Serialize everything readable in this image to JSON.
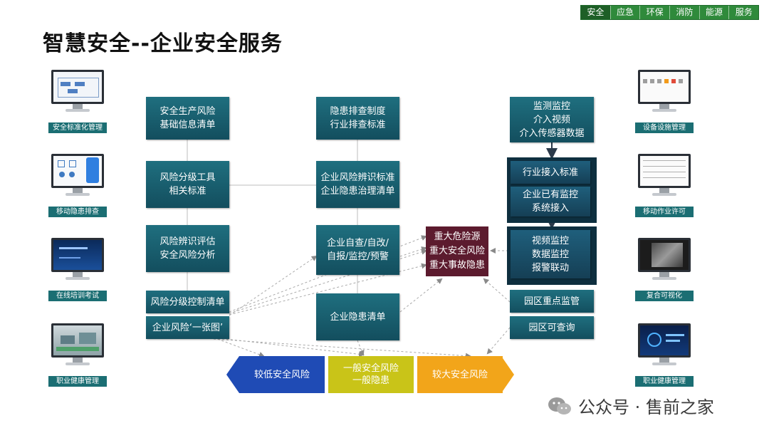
{
  "tabs": [
    "安全",
    "应急",
    "环保",
    "消防",
    "能源",
    "服务"
  ],
  "title": "智慧安全--企业安全服务",
  "left_monitors": [
    "安全标准化管理",
    "移动隐患排查",
    "在线培训考试",
    "职业健康管理"
  ],
  "right_monitors": [
    "设备设施管理",
    "移动作业许可",
    "复合可视化",
    "职业健康管理"
  ],
  "col1": [
    "安全生产风险\n基础信息清单",
    "风险分级工具\n相关标准",
    "风险辨识评估\n安全风险分析",
    "风险分级控制清单",
    "企业风险‘一张图’"
  ],
  "col2": [
    "隐患排查制度\n行业排查标准",
    "企业风险辨识标准\n企业隐患治理清单",
    "企业自查/自改/\n自报/监控/预警",
    "企业隐患清单"
  ],
  "col3": [
    "监测监控\n介入视频\n介入传感器数据",
    "行业接入标准",
    "企业已有监控\n系统接入",
    "视频监控\n数据监控\n报警联动",
    "园区重点监管",
    "园区可查询"
  ],
  "center": "重大危险源\n重大安全风险\n重大事故隐患",
  "risk": [
    "较低安全风险",
    "一般安全风险\n一般隐患",
    "较大安全风险"
  ],
  "watermark": "公众号 · 售前之家",
  "colors": {
    "box": "#1a5f70",
    "maroon": "#5c1b2e",
    "tab": "#2f8a3b",
    "low": "#1f4bb5",
    "mid": "#c9c418",
    "high": "#f2a51a"
  }
}
